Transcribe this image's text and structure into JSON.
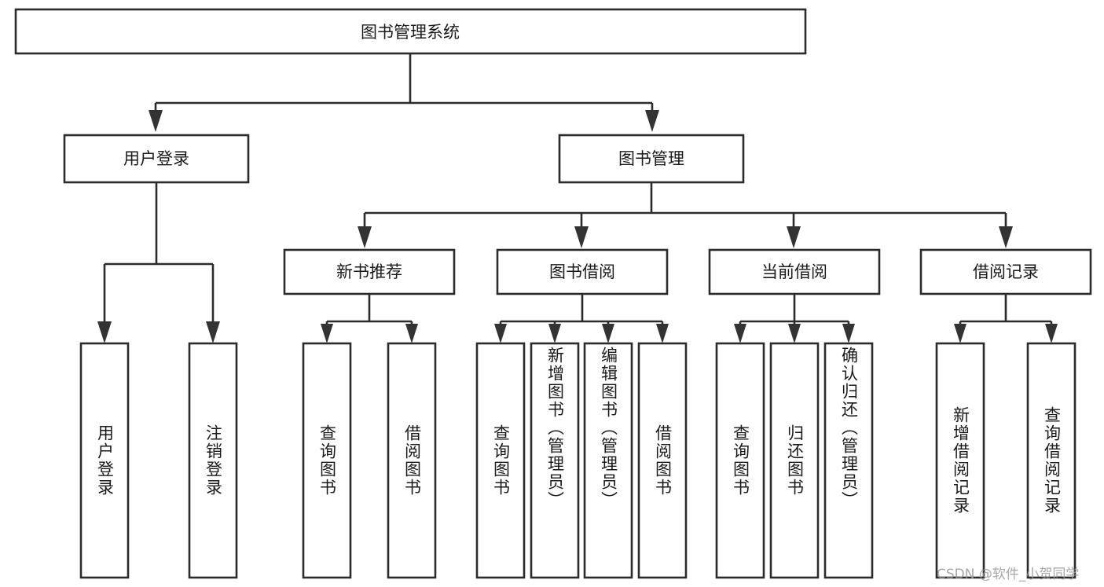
{
  "diagram": {
    "type": "tree",
    "title_text": "图书管理系统",
    "watermark": "CSDN @软件_小贺同学",
    "colors": {
      "box_stroke": "#2b2b2b",
      "box_fill": "#ffffff",
      "line": "#2b2b2b",
      "arrow": "#333333",
      "text": "#1a1a1a",
      "watermark": "#9a9a9a",
      "background": "#ffffff"
    },
    "root": {
      "label": "图书管理系统"
    },
    "level2": [
      {
        "label": "用户登录"
      },
      {
        "label": "图书管理"
      }
    ],
    "level3": [
      {
        "label": "新书推荐"
      },
      {
        "label": "图书借阅"
      },
      {
        "label": "当前借阅"
      },
      {
        "label": "借阅记录"
      }
    ],
    "leaves": {
      "user_login": [
        {
          "label": "用户登录"
        },
        {
          "label": "注销登录"
        }
      ],
      "new_book_recommend": [
        {
          "label": "查询图书"
        },
        {
          "label": "借阅图书"
        }
      ],
      "book_borrow": [
        {
          "label": "查询图书"
        },
        {
          "label": "新增图书（管理员）"
        },
        {
          "label": "编辑图书（管理员）"
        },
        {
          "label": "借阅图书"
        }
      ],
      "current_borrow": [
        {
          "label": "查询图书"
        },
        {
          "label": "归还图书"
        },
        {
          "label": "确认归还（管理员）"
        }
      ],
      "borrow_record": [
        {
          "label": "新增借阅记录"
        },
        {
          "label": "查询借阅记录"
        }
      ]
    }
  }
}
